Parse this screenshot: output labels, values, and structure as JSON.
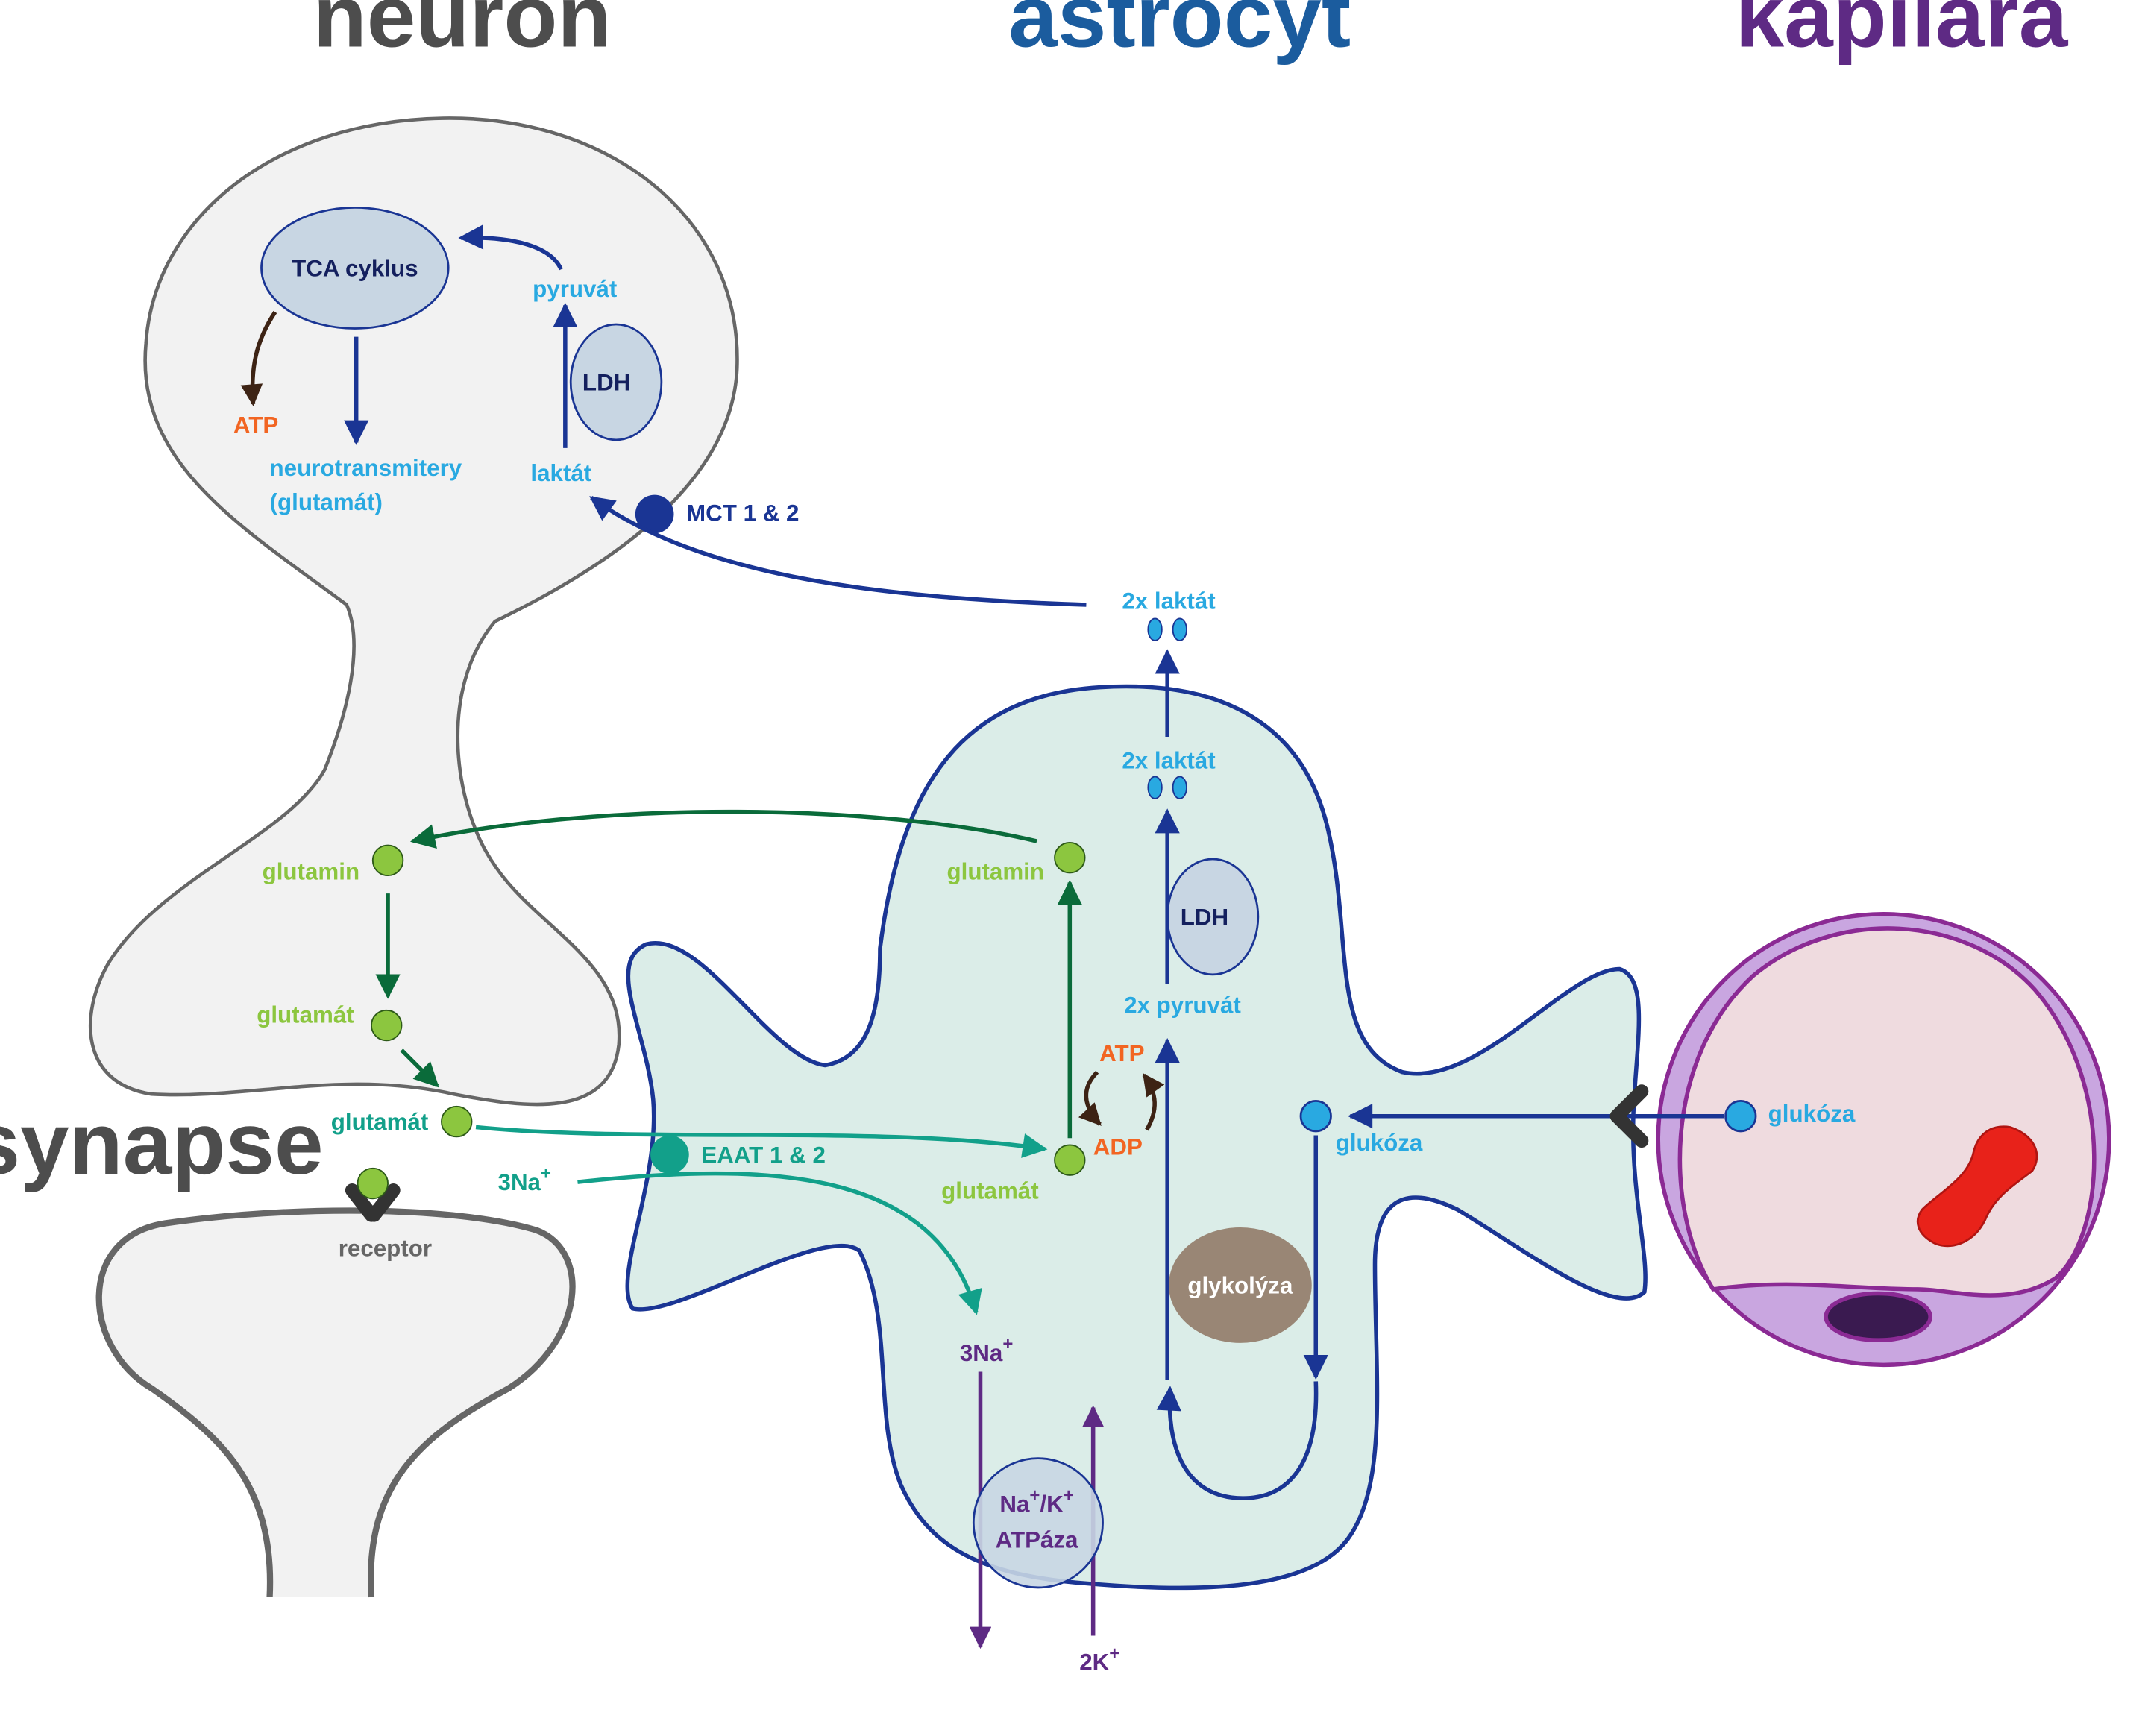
{
  "headings": {
    "neuron": "neuron",
    "astrocyte": "astrocyt",
    "capillary": "kapilára",
    "synapse": "synapse"
  },
  "neuron": {
    "tca": "TCA cyklus",
    "atp": "ATP",
    "neurotransmitters_line1": "neurotransmitery",
    "neurotransmitters_line2": "(glutamát)",
    "pyruvate": "pyruvát",
    "ldh": "LDH",
    "lactate": "laktát",
    "mct": "MCT 1 & 2",
    "glutamine": "glutamin",
    "glutamate": "glutamát"
  },
  "synapse": {
    "glutamate": "glutamát",
    "receptor": "receptor",
    "eaat": "EAAT 1 & 2",
    "na_in": "3Na",
    "plus": "+"
  },
  "astrocyte": {
    "lactate_out": "2x laktát",
    "lactate_in": "2x laktát",
    "ldh": "LDH",
    "pyruvate": "2x pyruvát",
    "glutamine": "glutamin",
    "glutamate": "glutamát",
    "atp": "ATP",
    "adp": "ADP",
    "glycolysis": "glykolýza",
    "glucose": "glukóza",
    "na_out": "3Na",
    "pump_line1_a": "Na",
    "pump_line1_b": "/K",
    "pump_line2": "ATPáza",
    "k_in": "2K",
    "plus": "+"
  },
  "capillary": {
    "glucose": "glukóza"
  },
  "colors": {
    "neuron_heading": "#4d4d4d",
    "astrocyte_heading": "#1b5c9e",
    "capillary_heading": "#5e2a84",
    "navy": "#1a3594",
    "light_blue": "#29a9e1",
    "green": "#8cc63f",
    "dark_green": "#0a6b3a",
    "teal": "#12a08a",
    "orange": "#f26522",
    "purple": "#5e2a84",
    "brown": "#3d2314"
  }
}
